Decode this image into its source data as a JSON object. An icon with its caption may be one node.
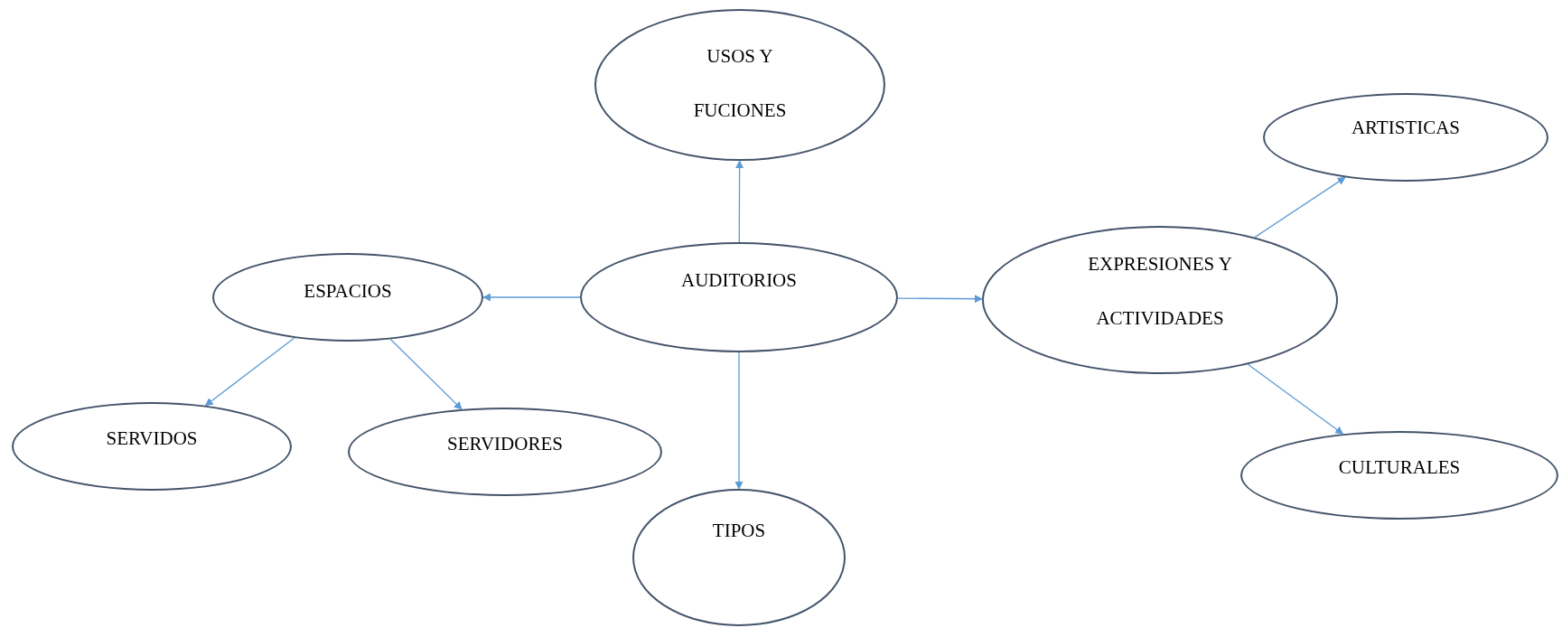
{
  "diagram": {
    "nodes": [
      {
        "text": [
          "USOS Y FUCIONES"
        ]
      },
      {
        "text": [
          "ESPACIOS"
        ]
      },
      {
        "text": [
          "AUDITORIOS"
        ]
      },
      {
        "text": [
          "EXPRESIONES Y ACTIVIDADES"
        ]
      },
      {
        "text": [
          "ARTISTICAS"
        ]
      },
      {
        "text": [
          "SERVIDOS"
        ]
      },
      {
        "text": [
          "SERVIDORES"
        ]
      },
      {
        "text": [
          "CULTURALES"
        ]
      },
      {
        "text": [
          "TIPOS"
        ]
      }
    ],
    "edges": [
      {
        "from": 2,
        "to": 0,
        "arrow": "to"
      },
      {
        "from": 2,
        "to": 1,
        "arrow": "to"
      },
      {
        "from": 2,
        "to": 3,
        "arrow": "to"
      },
      {
        "from": 2,
        "to": 8,
        "arrow": "to"
      },
      {
        "from": 1,
        "to": 5,
        "arrow": "to"
      },
      {
        "from": 1,
        "to": 6,
        "arrow": "to"
      },
      {
        "from": 3,
        "to": 4,
        "arrow": "to"
      },
      {
        "from": 3,
        "to": 7,
        "arrow": "to"
      }
    ]
  }
}
